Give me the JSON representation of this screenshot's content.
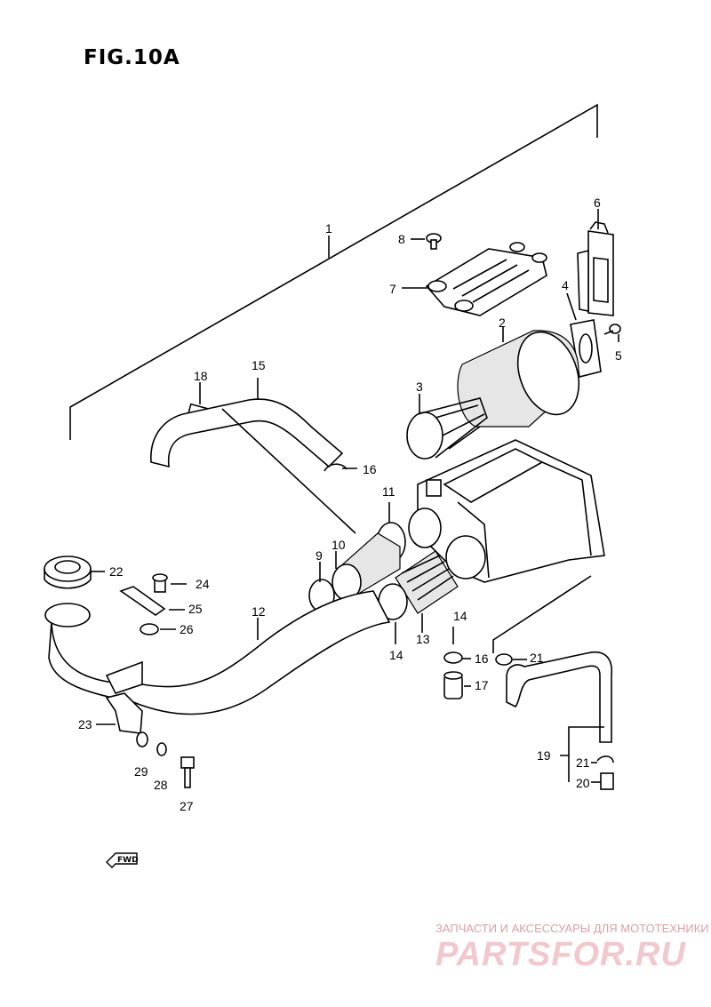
{
  "figure": {
    "title": "FIG.10A",
    "fwd_label": "FWD"
  },
  "callouts": [
    "1",
    "2",
    "3",
    "4",
    "5",
    "6",
    "7",
    "8",
    "9",
    "10",
    "11",
    "12",
    "13",
    "14",
    "14",
    "15",
    "16",
    "16",
    "17",
    "18",
    "19",
    "20",
    "21",
    "21",
    "22",
    "23",
    "24",
    "25",
    "26",
    "27",
    "28",
    "29"
  ],
  "watermark": {
    "tagline": "ЗАПЧАСТИ И АКСЕССУАРЫ ДЛЯ МОТОТЕХНИКИ",
    "logo": "PARTSFOR.RU"
  },
  "colors": {
    "line": "#000000",
    "background": "#ffffff",
    "watermark": "#f1c8cd"
  }
}
